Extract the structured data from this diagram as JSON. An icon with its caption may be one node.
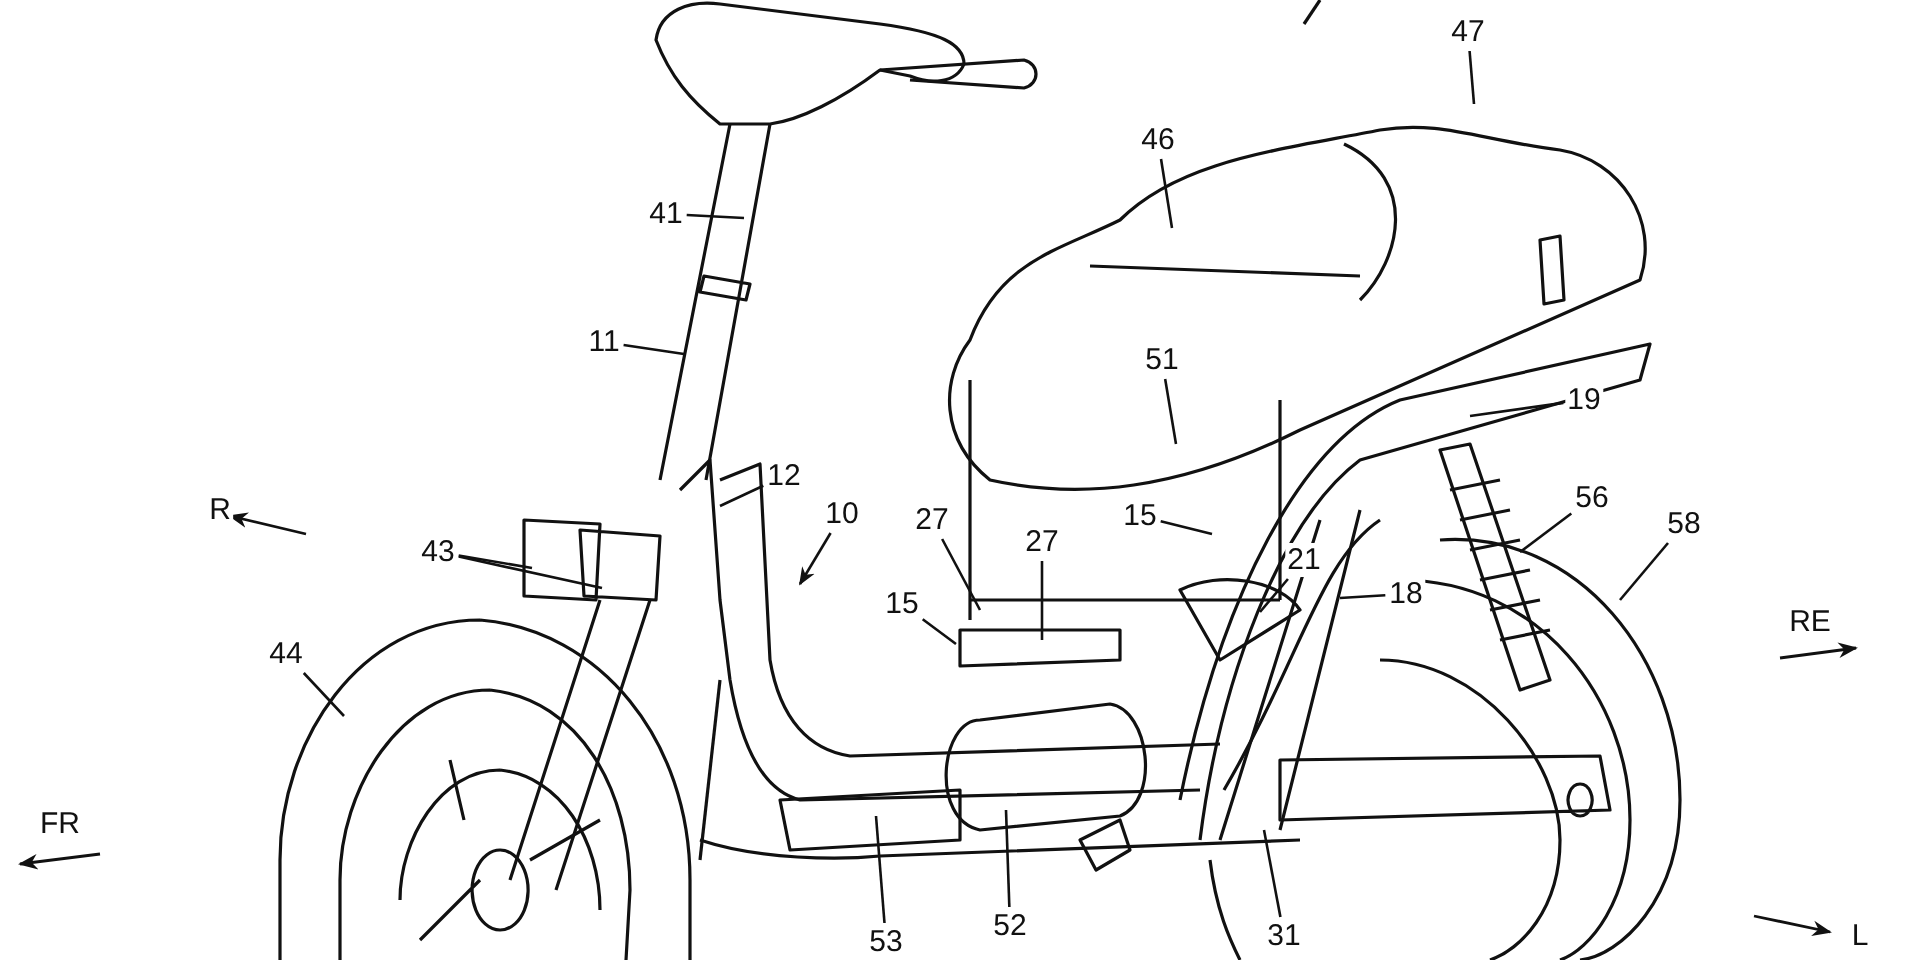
{
  "diagram": {
    "nodes": [
      {
        "text": [
          "47"
        ]
      },
      {
        "text": [
          "46"
        ]
      },
      {
        "text": [
          "41"
        ]
      },
      {
        "text": [
          "11"
        ]
      },
      {
        "text": [
          "12"
        ]
      },
      {
        "text": [
          "10"
        ]
      },
      {
        "text": [
          "51"
        ]
      },
      {
        "text": [
          "19"
        ]
      },
      {
        "text": [
          "43"
        ]
      },
      {
        "text": [
          "27"
        ]
      },
      {
        "text": [
          "15"
        ]
      },
      {
        "text": [
          "27"
        ]
      },
      {
        "text": [
          "15"
        ]
      },
      {
        "text": [
          "21"
        ]
      },
      {
        "text": [
          "18"
        ]
      },
      {
        "text": [
          "56"
        ]
      },
      {
        "text": [
          "58"
        ]
      },
      {
        "text": [
          "44"
        ]
      },
      {
        "text": [
          "52"
        ]
      },
      {
        "text": [
          "31"
        ]
      },
      {
        "text": [
          "53"
        ]
      }
    ],
    "edges": [
      {
        "from": 0,
        "to": null,
        "arrow": "none"
      },
      {
        "from": 1,
        "to": null,
        "arrow": "none"
      },
      {
        "from": 2,
        "to": null,
        "arrow": "none"
      },
      {
        "from": 3,
        "to": null,
        "arrow": "none"
      },
      {
        "from": 4,
        "to": null,
        "arrow": "none"
      },
      {
        "from": 5,
        "to": null,
        "arrow": "to"
      },
      {
        "from": 6,
        "to": null,
        "arrow": "none"
      },
      {
        "from": 7,
        "to": null,
        "arrow": "none"
      },
      {
        "from": 8,
        "to": null,
        "arrow": "none"
      },
      {
        "from": 8,
        "to": null,
        "arrow": "none"
      },
      {
        "from": 9,
        "to": null,
        "arrow": "none"
      },
      {
        "from": 10,
        "to": null,
        "arrow": "none"
      },
      {
        "from": 11,
        "to": null,
        "arrow": "none"
      },
      {
        "from": 12,
        "to": null,
        "arrow": "none"
      },
      {
        "from": 13,
        "to": null,
        "arrow": "none"
      },
      {
        "from": 14,
        "to": null,
        "arrow": "none"
      },
      {
        "from": 15,
        "to": null,
        "arrow": "none"
      },
      {
        "from": 16,
        "to": null,
        "arrow": "none"
      },
      {
        "from": 17,
        "to": null,
        "arrow": "none"
      },
      {
        "from": 18,
        "to": null,
        "arrow": "none"
      },
      {
        "from": 19,
        "to": null,
        "arrow": "none"
      },
      {
        "from": 20,
        "to": null,
        "arrow": "none"
      }
    ],
    "labels": [
      "R",
      "RE",
      "FR",
      "L"
    ]
  }
}
